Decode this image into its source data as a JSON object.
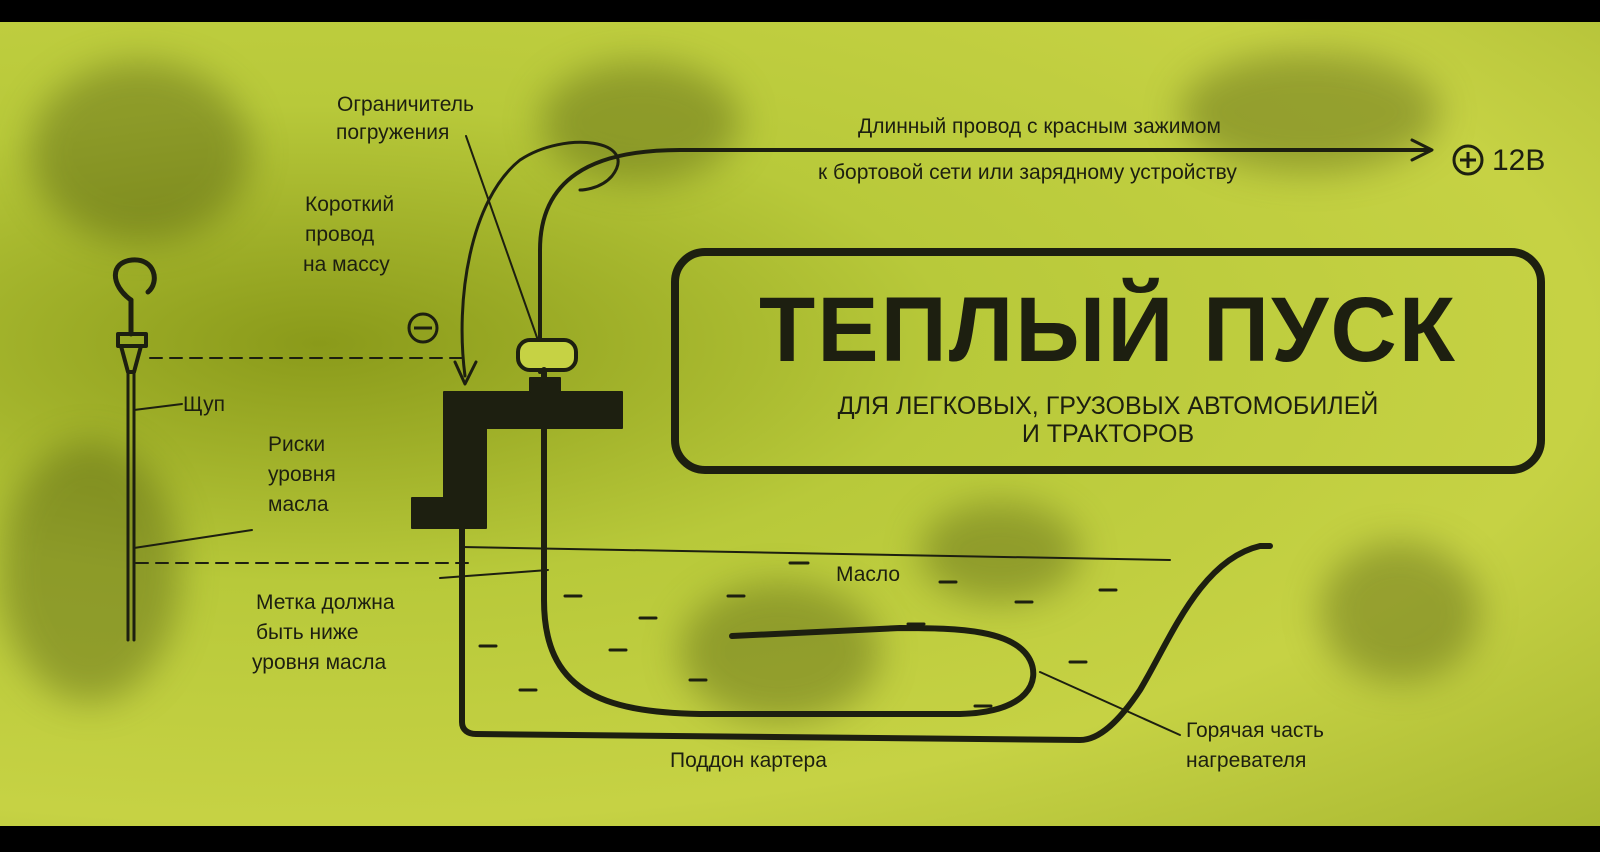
{
  "colors": {
    "paper": "#c6d244",
    "ink": "#1d1f10",
    "frame": "#000000"
  },
  "title": {
    "main": "ТЕПЛЫЙ ПУСК",
    "sub_line1": "ДЛЯ ЛЕГКОВЫХ, ГРУЗОВЫХ АВТОМОБИЛЕЙ",
    "sub_line2": "И ТРАКТОРОВ"
  },
  "labels": {
    "limiter_line1": "Ограничитель",
    "limiter_line2": "погружения",
    "long_wire": "Длинный провод с красным зажимом",
    "long_wire_dest": "к бортовой сети или зарядному устройству",
    "plus_voltage": "12В",
    "short_wire_line1": "Короткий",
    "short_wire_line2": "провод",
    "short_wire_line3": "на массу",
    "dipstick": "Щуп",
    "marks_line1": "Риски",
    "marks_line2": "уровня",
    "marks_line3": "масла",
    "mark_line1": "Метка должна",
    "mark_line2": "быть ниже",
    "mark_line3": "уровня масла",
    "oil": "Масло",
    "sump": "Поддон картера",
    "hot_line1": "Горячая часть",
    "hot_line2": "нагревателя"
  },
  "symbols": {
    "plus_icon": "plus-circle-icon",
    "minus_icon": "minus-circle-icon"
  }
}
